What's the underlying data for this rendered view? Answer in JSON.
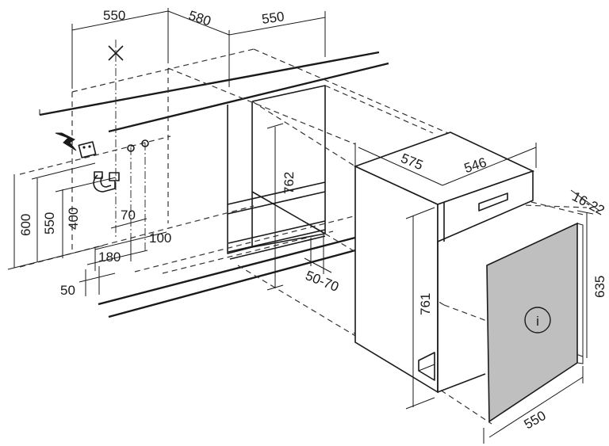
{
  "dimensions": {
    "top_left_width": "550",
    "top_middle_width": "580",
    "top_right_width": "550",
    "niche_height": "762",
    "plinth_depth": "50-70",
    "pipe_height_600": "600",
    "pipe_height_550": "550",
    "pipe_height_400": "400",
    "offset_70": "70",
    "offset_100": "100",
    "offset_180": "180",
    "offset_50": "50",
    "machine_depth": "575",
    "machine_width": "546",
    "machine_height": "761",
    "door_thickness": "16-22",
    "door_height": "635",
    "door_width": "550"
  },
  "door_panel_symbol": "i",
  "icons": {
    "electrical": "lightning-icon",
    "info": "info-icon",
    "cross": "cross-mark-icon"
  }
}
